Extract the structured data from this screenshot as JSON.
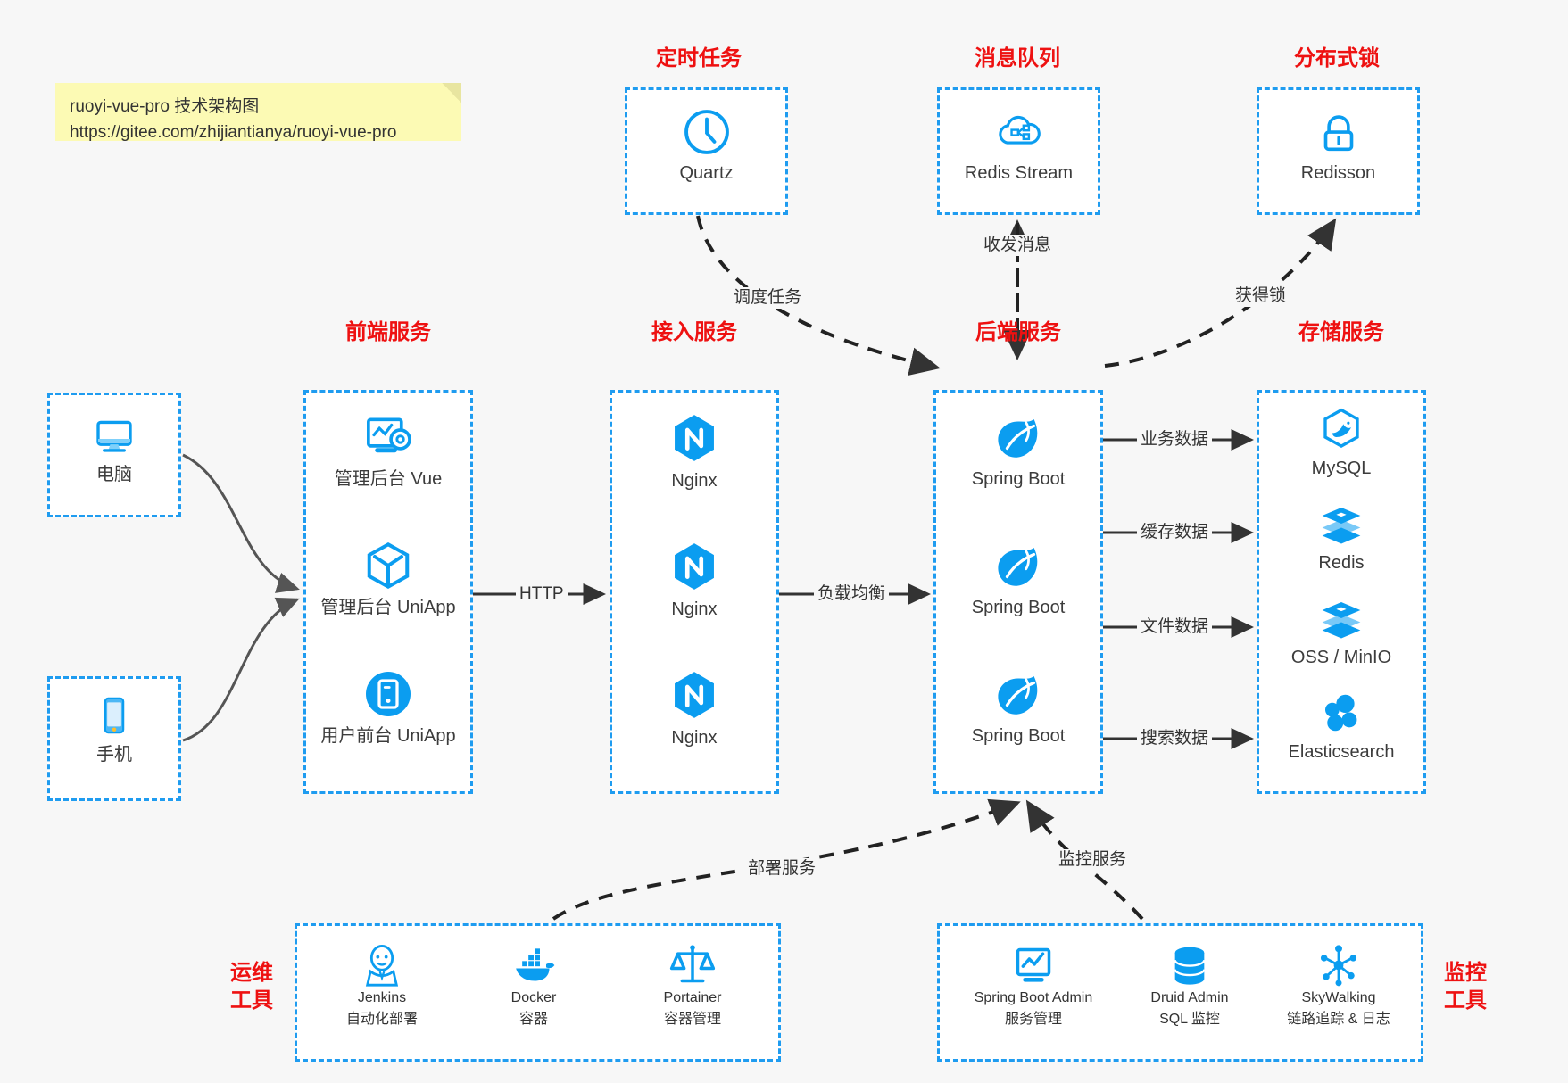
{
  "note": {
    "line1": "ruoyi-vue-pro 技术架构图",
    "line2": "https://gitee.com/zhijiantianya/ruoyi-vue-pro"
  },
  "colors": {
    "accent_blue": "#1f9cf0",
    "icon_blue": "#0b9df0",
    "title_red": "#ee1111",
    "background": "#f7f7f7",
    "note_yellow": "#fcfab4",
    "wire_gray": "#555555"
  },
  "groups": {
    "scheduled_task": {
      "title": "定时任务",
      "nodes": [
        {
          "label": "Quartz",
          "icon": "clock-icon"
        }
      ]
    },
    "message_queue": {
      "title": "消息队列",
      "nodes": [
        {
          "label": "Redis Stream",
          "icon": "cloud-stream-icon"
        }
      ]
    },
    "distributed_lock": {
      "title": "分布式锁",
      "nodes": [
        {
          "label": "Redisson",
          "icon": "lock-icon"
        }
      ]
    },
    "clients": {
      "nodes": [
        {
          "label": "电脑",
          "icon": "desktop-icon"
        },
        {
          "label": "手机",
          "icon": "mobile-icon"
        }
      ]
    },
    "frontend": {
      "title": "前端服务",
      "nodes": [
        {
          "label": "管理后台 Vue",
          "icon": "dashboard-gear-icon"
        },
        {
          "label": "管理后台 UniApp",
          "icon": "cube-icon"
        },
        {
          "label": "用户前台 UniApp",
          "icon": "app-circle-icon"
        }
      ]
    },
    "gateway": {
      "title": "接入服务",
      "nodes": [
        {
          "label": "Nginx",
          "icon": "nginx-icon"
        },
        {
          "label": "Nginx",
          "icon": "nginx-icon"
        },
        {
          "label": "Nginx",
          "icon": "nginx-icon"
        }
      ]
    },
    "backend": {
      "title": "后端服务",
      "nodes": [
        {
          "label": "Spring Boot",
          "icon": "spring-leaf-icon"
        },
        {
          "label": "Spring Boot",
          "icon": "spring-leaf-icon"
        },
        {
          "label": "Spring Boot",
          "icon": "spring-leaf-icon"
        }
      ]
    },
    "storage": {
      "title": "存储服务",
      "nodes": [
        {
          "label": "MySQL",
          "icon": "mysql-dolphin-icon"
        },
        {
          "label": "Redis",
          "icon": "redis-stack-icon"
        },
        {
          "label": "OSS / MinIO",
          "icon": "redis-stack-icon"
        },
        {
          "label": "Elasticsearch",
          "icon": "elasticsearch-icon"
        }
      ]
    },
    "devops": {
      "title_line1": "运维",
      "title_line2": "工具",
      "nodes": [
        {
          "label": "Jenkins",
          "sublabel": "自动化部署",
          "icon": "jenkins-butler-icon"
        },
        {
          "label": "Docker",
          "sublabel": "容器",
          "icon": "docker-whale-icon"
        },
        {
          "label": "Portainer",
          "sublabel": "容器管理",
          "icon": "scales-icon"
        }
      ]
    },
    "monitoring": {
      "title_line1": "监控",
      "title_line2": "工具",
      "nodes": [
        {
          "label": "Spring Boot Admin",
          "sublabel": "服务管理",
          "icon": "monitor-chart-icon"
        },
        {
          "label": "Druid Admin",
          "sublabel": "SQL 监控",
          "icon": "database-icon"
        },
        {
          "label": "SkyWalking",
          "sublabel": "链路追踪 & 日志",
          "icon": "skywalking-icon"
        }
      ]
    }
  },
  "edges": [
    {
      "name": "frontend-to-gateway",
      "label": "HTTP"
    },
    {
      "name": "gateway-to-backend",
      "label": "负载均衡"
    },
    {
      "name": "quartz-to-backend",
      "label": "调度任务"
    },
    {
      "name": "backend-to-mq",
      "label": "收发消息"
    },
    {
      "name": "backend-to-lock",
      "label": "获得锁"
    },
    {
      "name": "backend-to-mysql",
      "label": "业务数据"
    },
    {
      "name": "backend-to-redis",
      "label": "缓存数据"
    },
    {
      "name": "backend-to-oss",
      "label": "文件数据"
    },
    {
      "name": "backend-to-es",
      "label": "搜索数据"
    },
    {
      "name": "devops-to-backend",
      "label": "部署服务"
    },
    {
      "name": "monitoring-to-backend",
      "label": "监控服务"
    }
  ]
}
